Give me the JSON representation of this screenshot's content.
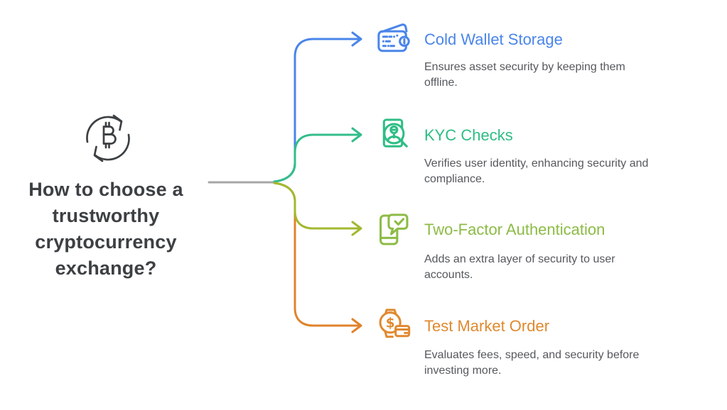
{
  "colors": {
    "title_dark": "#3d4043",
    "desc_gray": "#55585c",
    "stem_gray": "#a6a6a6"
  },
  "center": {
    "icon": "bitcoin-cycle-icon",
    "title_lines": [
      "How to choose a",
      "trustworthy",
      "cryptocurrency",
      "exchange?"
    ]
  },
  "items": [
    {
      "title": "Cold Wallet Storage",
      "accent": "#4a85ea",
      "line_color": "#4a85ea",
      "icon": "cold-wallet-icon",
      "desc_lines": [
        "Ensures asset security by keeping them",
        "offline."
      ]
    },
    {
      "title": "KYC Checks",
      "accent": "#2ebd85",
      "line_color": "#33bd8a",
      "icon": "kyc-magnifier-icon",
      "desc_lines": [
        "Verifies user identity, enhancing security and",
        "compliance."
      ]
    },
    {
      "title": "Two-Factor Authentication",
      "accent": "#8cbb45",
      "line_color": "#a2b92e",
      "icon": "phone-check-icon",
      "desc_lines": [
        "Adds an extra layer of security to user",
        "accounts."
      ]
    },
    {
      "title": "Test Market Order",
      "accent": "#e0892f",
      "line_color": "#e0832c",
      "icon": "watch-card-icon",
      "desc_lines": [
        "Evaluates fees, speed, and security before",
        "investing more."
      ]
    }
  ]
}
